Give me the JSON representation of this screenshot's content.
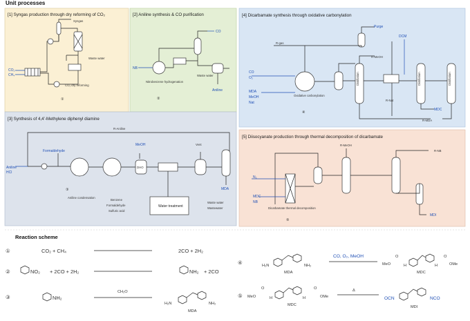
{
  "unit_processes": {
    "title": "Unit processes",
    "p1": {
      "title": "[1] Syngas production through dry reforming of CO₂",
      "syngas": "Syngas",
      "co2": "CO₂",
      "ch4": "CH₄",
      "waste_water": "Waste water",
      "dry_reforming": "CO₂ dry reforming",
      "num": "①"
    },
    "p2": {
      "title": "[2] Aniline synthesis & CO purification",
      "co": "CO",
      "nb": "NB",
      "nitro": "Nitrobenzene hydrogenation",
      "waste_water": "Waste water",
      "aniline": "Aniline",
      "num": "②"
    },
    "p3": {
      "title": "[3] Synthesis of 4,4’-Methylene diphenyl diamine",
      "r_aniline": "R-Aniline",
      "formaldehyde": "Formaldehyde",
      "meoh": "MeOH",
      "vent": "Vent",
      "aniline_hcl_1": "Aniline",
      "aniline_hcl_2": "HCl",
      "dmo": "DHO",
      "condensation": "Aniline condensation",
      "num": "③",
      "chem1": "Benzene",
      "chem2": "Formaldehyde",
      "chem3": "Sulfuric acid",
      "water_treat": "Water treatment",
      "waste_water": "Waste water",
      "wastewater": "Wastewater",
      "mda": "MDA"
    },
    "p4": {
      "title": "[4] Dicarbamate synthesis through oxidative carbonylation",
      "purge": "Purge",
      "r_gas": "R-gas",
      "r_meoh": "R-MeOH",
      "dcm": "DCM",
      "co": "CO",
      "o2": "O₂",
      "mda": "MDA",
      "meoh": "MeOH",
      "nat": "Nat",
      "oxidative": "Oxidative carbonylation",
      "num": "④",
      "distill": "Distillation",
      "r_nat": "R-Nat",
      "mdc": "MDC",
      "r_mda": "R-MDA"
    },
    "p5": {
      "title": "[5] Diisocyanate production through thermal decomposition of dicarbamate",
      "r_meoh": "R-MeOH",
      "r_nb": "R-NB",
      "n2": "N₂",
      "mdc": "MDC",
      "nb": "NB",
      "thermal": "Dicarbamate thermal decomposition",
      "num": "⑤",
      "mdi": "MDI"
    }
  },
  "reaction_scheme": {
    "title": "Reaction scheme",
    "r1": {
      "num": "①",
      "left": "CO₂  +  CH₄",
      "right": "2CO  +  2H₂"
    },
    "r2": {
      "num": "②",
      "left_a": "NO₂",
      "left_b": "+   2CO  +   2H₂",
      "right_a": "NH₂",
      "right_b": "+   2CO"
    },
    "r3": {
      "num": "③",
      "left": "NH₂",
      "reagent": "CH₂O",
      "h2n": "H₂N",
      "nh2": "NH₂",
      "product": "MDA"
    },
    "r4": {
      "num": "④",
      "h2n": "H₂N",
      "nh2": "NH₂",
      "reactant": "MDA",
      "reagent": "CO, O₂, MeOH",
      "meo": "MeO",
      "ome": "OMe",
      "o1": "O",
      "o2": "O",
      "h1": "H",
      "h2": "H",
      "product": "MDC"
    },
    "r5": {
      "num": "⑤",
      "meo": "MeO",
      "ome": "OMe",
      "o1": "O",
      "o2": "O",
      "h1": "H",
      "h2": "H",
      "reactant": "MDC",
      "reagent": "Δ",
      "ocn": "OCN",
      "nco": "NCO",
      "product": "MDI"
    }
  }
}
